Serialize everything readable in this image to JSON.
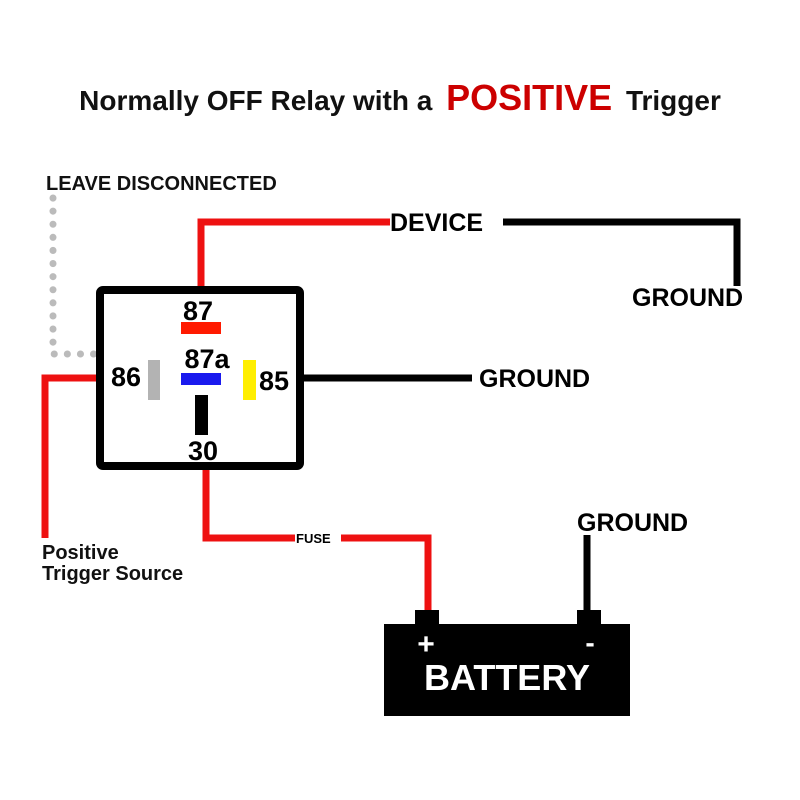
{
  "title": {
    "prefix": "Normally OFF Relay with a",
    "emphasis": "POSITIVE",
    "suffix": "Trigger"
  },
  "colors": {
    "red_wire": "#ee1111",
    "black_wire": "#000000",
    "dotted_wire": "#bbbbbb",
    "emphasis": "#cc0000",
    "pin_87": "#ff1a00",
    "pin_87a": "#1a1aee",
    "pin_86": "#b3b3b3",
    "pin_85": "#ffee00",
    "pin_30": "#000000"
  },
  "labels": {
    "leave_disconnected": "LEAVE DISCONNECTED",
    "device": "DEVICE",
    "ground_device": "GROUND",
    "ground_85": "GROUND",
    "ground_battery": "GROUND",
    "fuse": "FUSE",
    "trigger_line1": "Positive",
    "trigger_line2": "Trigger Source"
  },
  "relay": {
    "pins": {
      "p87": "87",
      "p87a": "87a",
      "p86": "86",
      "p85": "85",
      "p30": "30"
    }
  },
  "battery": {
    "label": "BATTERY",
    "positive": "+",
    "negative": "-"
  }
}
